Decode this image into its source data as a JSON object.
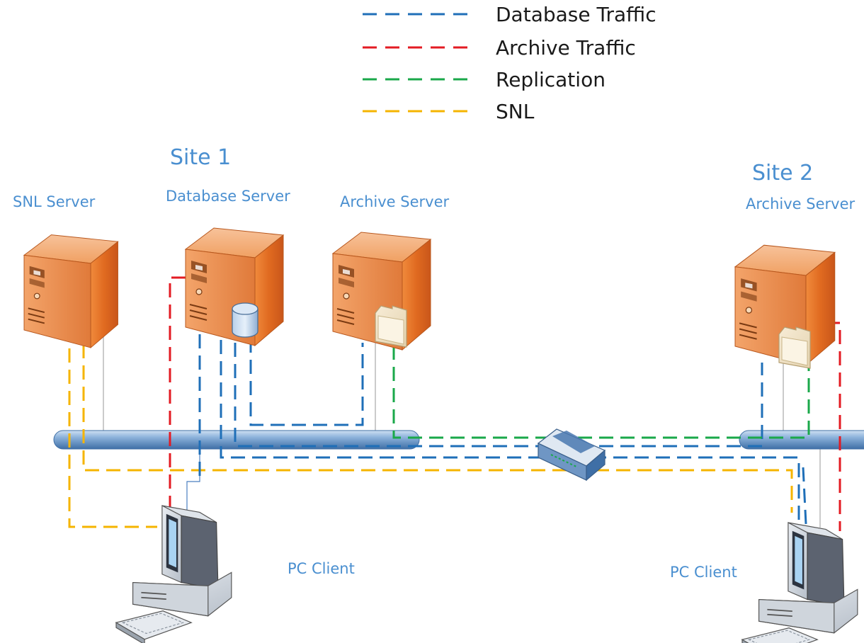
{
  "legend": [
    {
      "label": "Database Traffic",
      "color": "#1f6fb8"
    },
    {
      "label": "Archive Traffic",
      "color": "#e31b23"
    },
    {
      "label": "Replication",
      "color": "#1aa84a"
    },
    {
      "label": "SNL",
      "color": "#f5b400"
    }
  ],
  "sites": {
    "site1": "Site 1",
    "site2": "Site 2"
  },
  "nodes": {
    "snl_server": "SNL Server",
    "database_server": "Database Server",
    "archive_server_1": "Archive Server",
    "archive_server_2": "Archive Server",
    "pc_client_1": "PC Client",
    "pc_client_2": "PC Client"
  },
  "icons": {
    "server": "server-tower-icon",
    "database": "database-cylinder-icon",
    "archive": "archive-folder-icon",
    "router": "network-router-icon",
    "workstation": "desktop-computer-icon"
  },
  "colors": {
    "server_orange": "#e8742a",
    "label_blue": "#4a8fd0",
    "backbone_blue": "#7aa6d4"
  }
}
